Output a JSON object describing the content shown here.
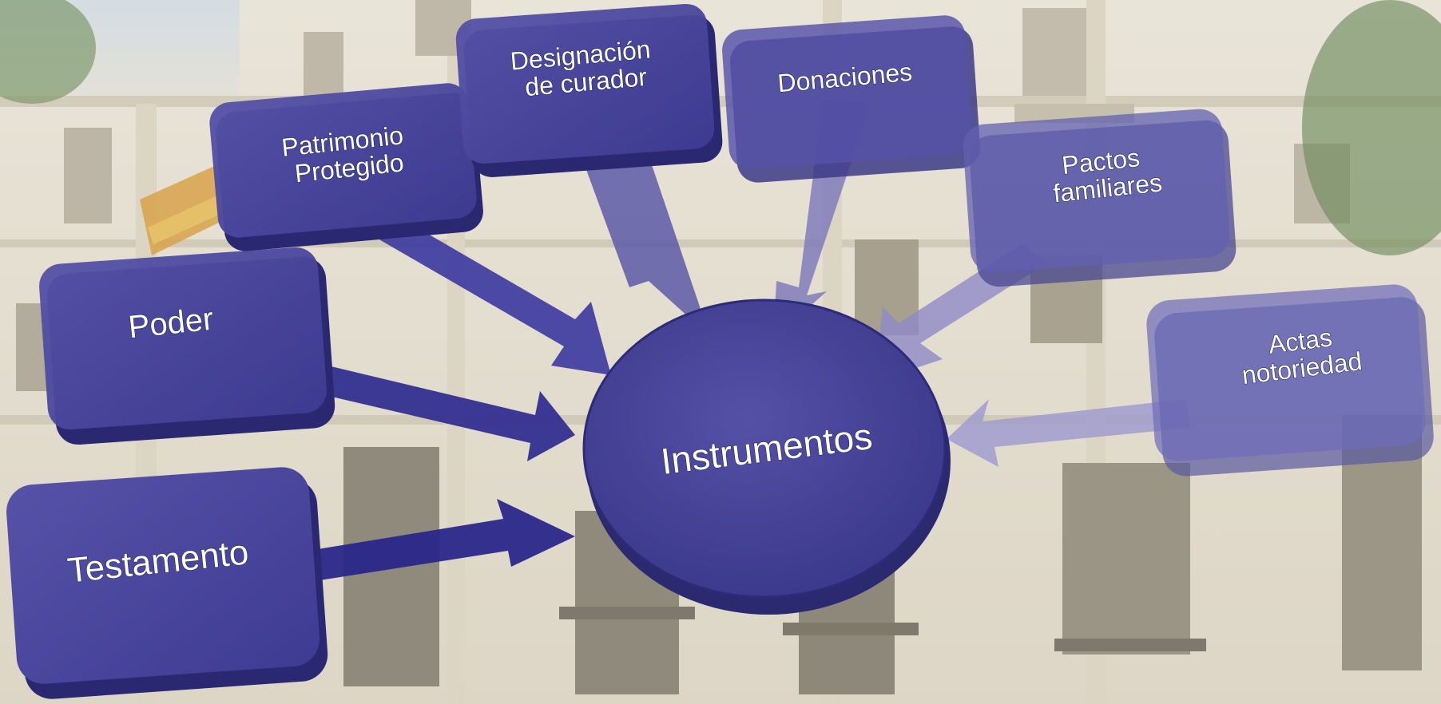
{
  "colors": {
    "box_face": "#45439a",
    "box_side": "#2c2a70",
    "arrow_dark": "#2e2c8c",
    "arrow_light": "#8a86c8",
    "background_wall": "#e6e0d2"
  },
  "diagram": {
    "center": {
      "label": "Instrumentos"
    },
    "nodes": [
      {
        "id": "testamento",
        "lines": [
          "Testamento"
        ]
      },
      {
        "id": "poder",
        "lines": [
          "Poder"
        ]
      },
      {
        "id": "patrimonio",
        "lines": [
          "Patrimonio",
          "Protegido"
        ]
      },
      {
        "id": "designacion",
        "lines": [
          "Designación",
          "de curador"
        ]
      },
      {
        "id": "donaciones",
        "lines": [
          "Donaciones"
        ]
      },
      {
        "id": "pactos",
        "lines": [
          "Pactos",
          "familiares"
        ]
      },
      {
        "id": "actas",
        "lines": [
          "Actas",
          "notoriedad"
        ]
      }
    ]
  }
}
